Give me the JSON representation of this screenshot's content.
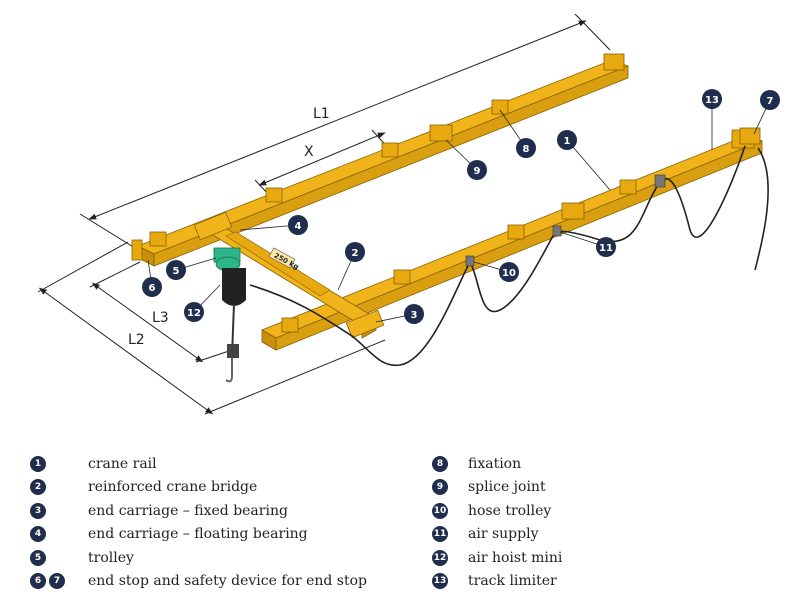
{
  "dimensions": {
    "l1": "L1",
    "l2": "L2",
    "l3": "L3",
    "x": "X"
  },
  "callouts": [
    "1",
    "2",
    "3",
    "4",
    "5",
    "6",
    "7",
    "8",
    "9",
    "10",
    "11",
    "12",
    "13"
  ],
  "weight_plate": "250 kg",
  "legend": {
    "left": [
      {
        "badges": [
          "1"
        ],
        "text": "crane rail"
      },
      {
        "badges": [
          "2"
        ],
        "text": "reinforced crane bridge"
      },
      {
        "badges": [
          "3"
        ],
        "text": "end carriage – fixed bearing"
      },
      {
        "badges": [
          "4"
        ],
        "text": "end carriage – floating bearing"
      },
      {
        "badges": [
          "5"
        ],
        "text": "trolley"
      },
      {
        "badges": [
          "6",
          "7"
        ],
        "text": "end stop and safety device for end stop"
      }
    ],
    "right": [
      {
        "badges": [
          "8"
        ],
        "text": "fixation"
      },
      {
        "badges": [
          "9"
        ],
        "text": "splice joint"
      },
      {
        "badges": [
          "10"
        ],
        "text": "hose trolley"
      },
      {
        "badges": [
          "11"
        ],
        "text": "air supply"
      },
      {
        "badges": [
          "12"
        ],
        "text": "air hoist mini"
      },
      {
        "badges": [
          "13"
        ],
        "text": "track limiter"
      }
    ]
  },
  "colors": {
    "rail": "#f0b41a",
    "rail_dark": "#c98f0a",
    "badge": "#1f2e4d",
    "hoist": "#2db58a",
    "line": "#222222"
  }
}
